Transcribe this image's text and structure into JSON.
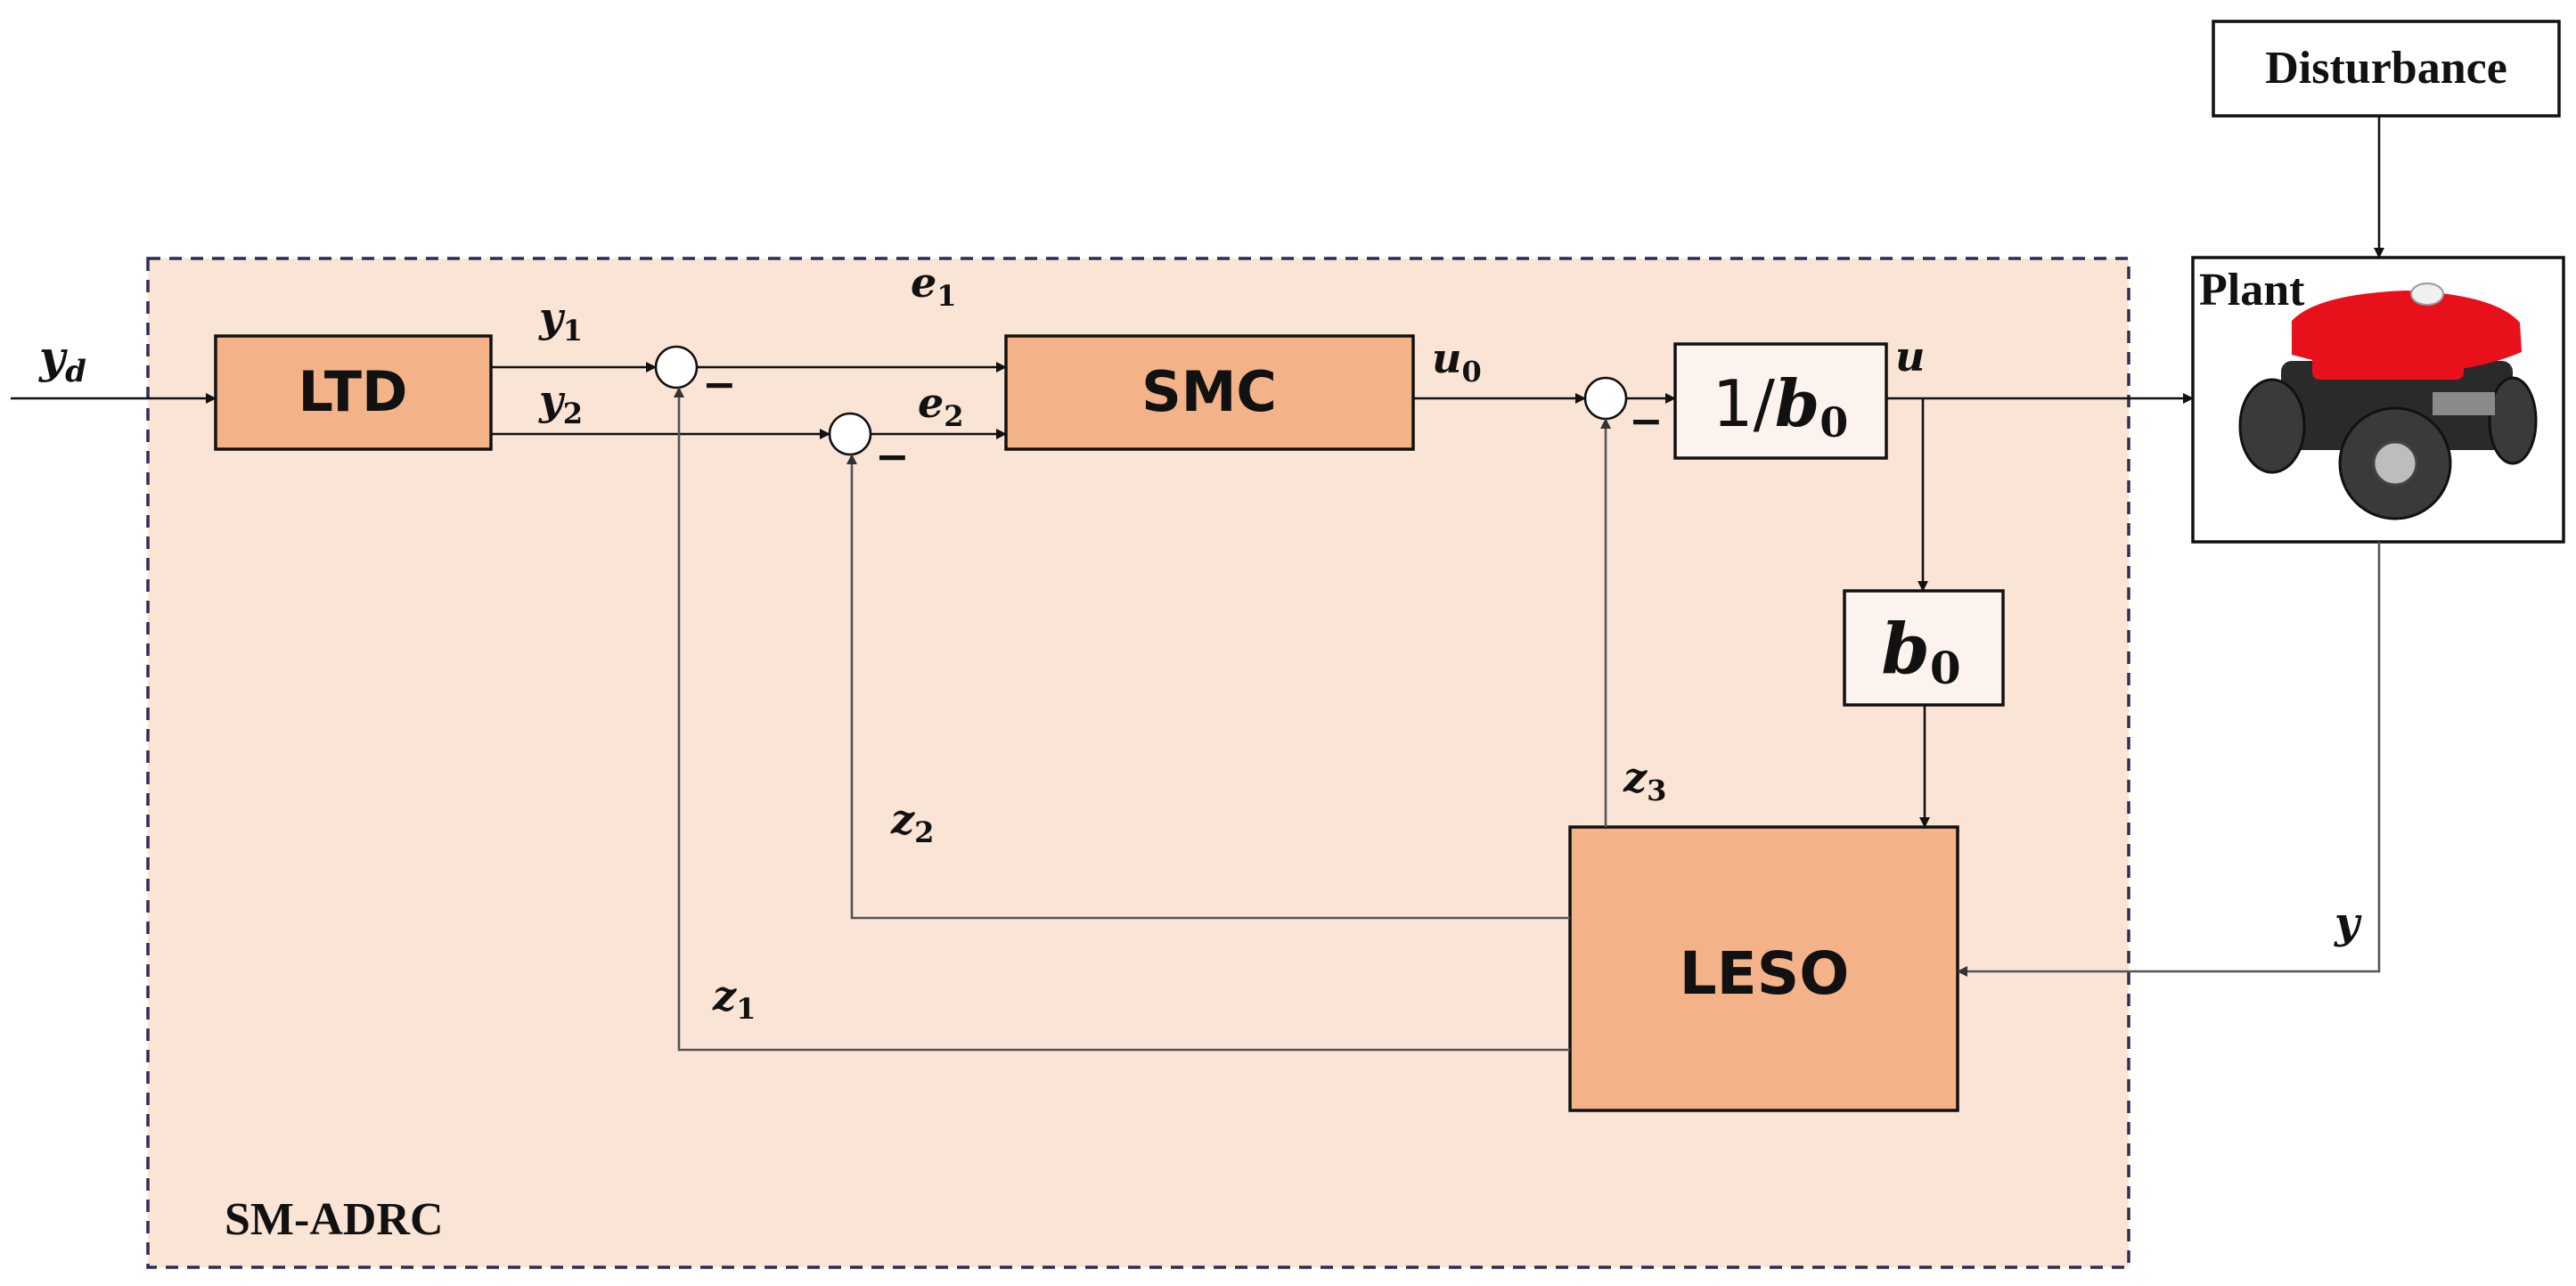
{
  "container": {
    "label": "SM-ADRC",
    "fill": "#fae4d6",
    "border": "#2b2f55"
  },
  "blocks": {
    "ltd": "LTD",
    "smc": "SMC",
    "gain_inv": {
      "prefix": "1/",
      "var": "b",
      "sub": "0"
    },
    "gain": {
      "var": "b",
      "sub": "0"
    },
    "leso": "LESO",
    "disturbance": "Disturbance",
    "plant": "Plant"
  },
  "block_fill": "#f3b287",
  "signals": {
    "yd": {
      "var": "y",
      "sub": "d"
    },
    "y1": {
      "var": "y",
      "sub": "1"
    },
    "y2": {
      "var": "y",
      "sub": "2"
    },
    "e1": {
      "var": "e",
      "sub": "1"
    },
    "e2": {
      "var": "e",
      "sub": "2"
    },
    "u0": {
      "var": "u",
      "sub": "0"
    },
    "u": {
      "var": "u"
    },
    "y": {
      "var": "y"
    },
    "z1": {
      "var": "z",
      "sub": "1"
    },
    "z2": {
      "var": "z",
      "sub": "2"
    },
    "z3": {
      "var": "z",
      "sub": "3"
    }
  },
  "summing_sign": "−",
  "robot": {
    "body": "#e8101a",
    "frame": "#2a2a2a",
    "wheel": "#3a3a3a"
  }
}
